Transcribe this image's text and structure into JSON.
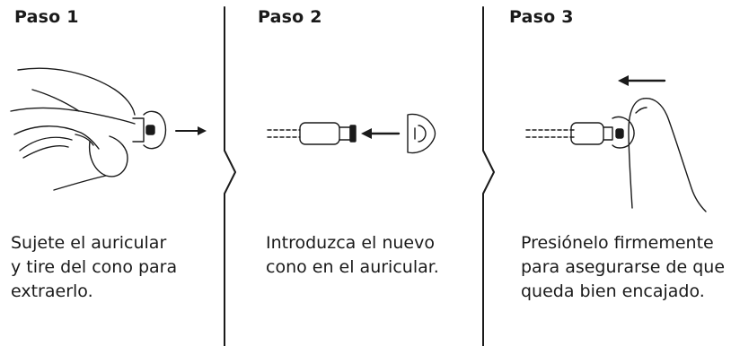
{
  "steps": [
    {
      "title": "Paso 1",
      "text": "Sujete el auricular\ny tire del cono para\nextraerlo."
    },
    {
      "title": "Paso 2",
      "text": "Introduzca el nuevo\ncono en el auricular."
    },
    {
      "title": "Paso 3",
      "text": "Presiónelo firmemente\npara asegurarse de que\nqueda bien encajado."
    }
  ],
  "colors": {
    "line": "#1a1a1a",
    "text": "#1a1a1a",
    "background": "#ffffff"
  },
  "icons": [
    "hand-icon",
    "earphone-icon",
    "ear-tip-icon",
    "arrow-right-icon",
    "arrow-left-icon",
    "finger-icon"
  ]
}
